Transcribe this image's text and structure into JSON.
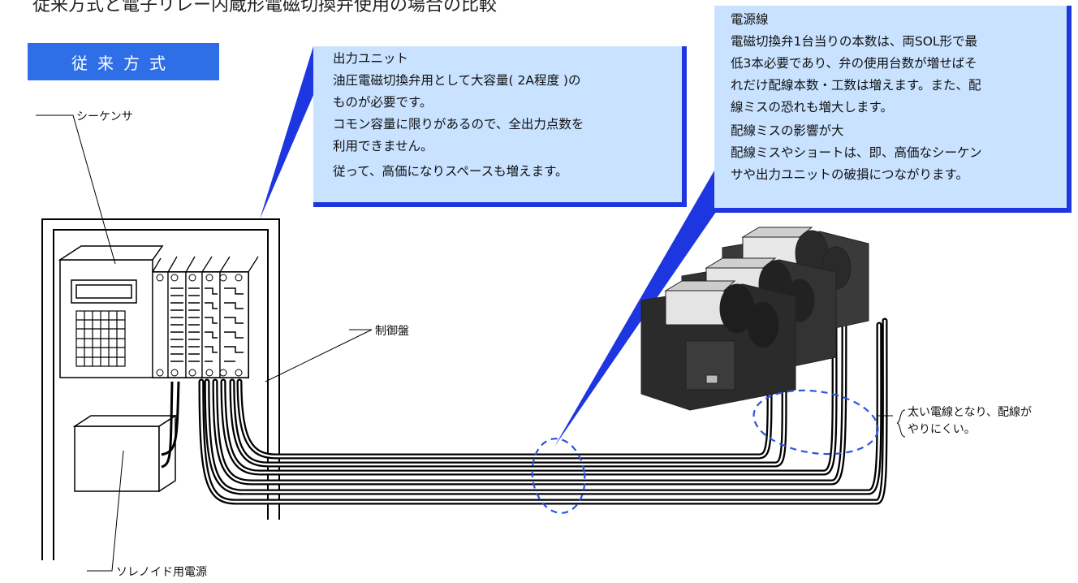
{
  "title": "従来方式と電子リレー内蔵形電磁切換弁使用の場合の比較",
  "section_badge": "従来方式",
  "callouts": {
    "output_unit": {
      "heading": "出力ユニット",
      "lines": [
        "油圧電磁切換弁用として大容量( 2A程度 )の",
        "ものが必要です。",
        "コモン容量に限りがあるので、全出力点数を",
        "利用できません。",
        "従って、高価になりスペースも増えます。"
      ]
    },
    "power_line": {
      "heading": "電源線",
      "lines": [
        "電磁切換弁1台当りの本数は、両SOL形で最",
        "低3本必要であり、弁の使用台数が増せばそ",
        "れだけ配線本数・工数は増えます。また、配",
        "線ミスの恐れも増大します。"
      ],
      "heading2": "配線ミスの影響が大",
      "lines2": [
        "配線ミスやショートは、即、高価なシーケン",
        "サや出力ユニットの破損につながります。"
      ]
    }
  },
  "labels": {
    "sequencer": "シーケンサ",
    "control_panel": "制御盤",
    "solenoid_power": "ソレノイド用電源",
    "thick_wire_1": "太い電線となり、配線が",
    "thick_wire_2": "やりにくい。"
  },
  "colors": {
    "badge": "#2e6fe8",
    "callout_fill": "#c8e2ff",
    "callout_shadow": "#1d36e0",
    "dashed_ellipse": "#2a55e0"
  }
}
